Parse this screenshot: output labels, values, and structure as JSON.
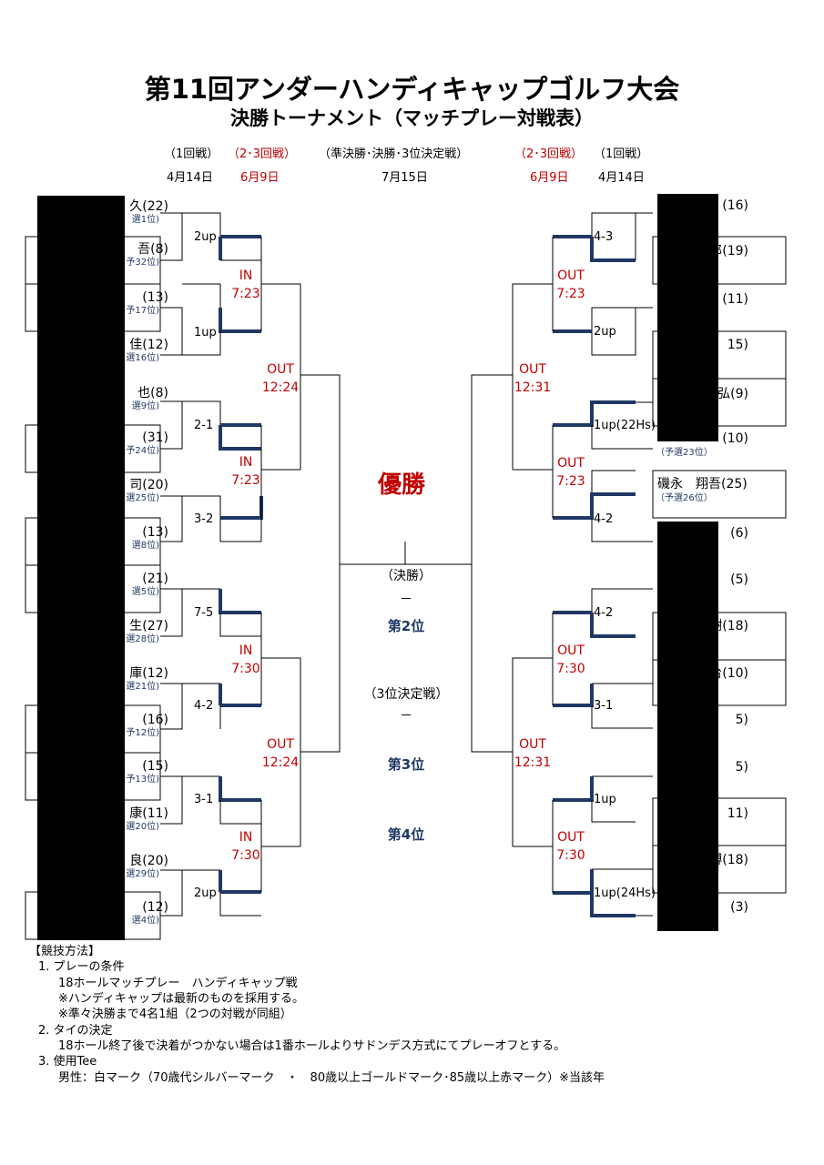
{
  "title": "第11回アンダーハンディキャップゴルフ大会",
  "subtitle": "決勝トーナメント（マッチプレー対戦表）",
  "headers": {
    "round1_left": "（1回戦）",
    "round23_left": "（2･3回戦）",
    "finals": "（準決勝･決勝･3位決定戦）",
    "round23_right": "（2･3回戦）",
    "round1_right": "（1回戦）",
    "date1_left": "4月14日",
    "date23_left": "6月9日",
    "date_finals": "7月15日",
    "date23_right": "6月9日",
    "date1_right": "4月14日"
  },
  "left_players": [
    {
      "name": "久(22)",
      "sub": "選1位)"
    },
    {
      "name": "吾(8)",
      "sub": "予32位)"
    },
    {
      "name": "(13)",
      "sub": "予17位)"
    },
    {
      "name": "佳(12)",
      "sub": "選16位)"
    },
    {
      "name": "也(8)",
      "sub": "選9位)"
    },
    {
      "name": "(31)",
      "sub": "予24位)"
    },
    {
      "name": "司(20)",
      "sub": "選25位)"
    },
    {
      "name": "(13)",
      "sub": "選8位)"
    },
    {
      "name": "(21)",
      "sub": "選5位)"
    },
    {
      "name": "生(27)",
      "sub": "選28位)"
    },
    {
      "name": "庫(12)",
      "sub": "選21位)"
    },
    {
      "name": "(16)",
      "sub": "予12位)"
    },
    {
      "name": "(15)",
      "sub": "予13位)"
    },
    {
      "name": "康(11)",
      "sub": "選20位)"
    },
    {
      "name": "良(20)",
      "sub": "選29位)"
    },
    {
      "name": "(12)",
      "sub": "選4位)"
    }
  ],
  "right_players": [
    {
      "name": "(16)",
      "sub": ""
    },
    {
      "name": "郎(19)",
      "sub": ""
    },
    {
      "name": "(11)",
      "sub": ""
    },
    {
      "name": "15)",
      "sub": ""
    },
    {
      "name": "弘(9)",
      "sub": ""
    },
    {
      "name": "(10)",
      "sub": "（予選23位）"
    },
    {
      "name": "磯永　翔吾(25)",
      "sub": "（予選26位）"
    },
    {
      "name": "(6)",
      "sub": ""
    },
    {
      "name": "(5)",
      "sub": ""
    },
    {
      "name": "樹(18)",
      "sub": ""
    },
    {
      "name": "台(10)",
      "sub": ""
    },
    {
      "name": "5)",
      "sub": ""
    },
    {
      "name": "5)",
      "sub": ""
    },
    {
      "name": "11)",
      "sub": ""
    },
    {
      "name": "博(18)",
      "sub": ""
    },
    {
      "name": "(3)",
      "sub": ""
    }
  ],
  "left_round1_results": [
    "2up",
    "1up",
    "2-1",
    "3-2",
    "7-5",
    "4-2",
    "3-1",
    "2up"
  ],
  "right_round1_results": [
    "4-3",
    "2up",
    "1up(22Hs)",
    "4-2",
    "4-2",
    "3-1",
    "1up",
    "1up(24Hs)"
  ],
  "left_round2_times": [
    "IN\n7:23",
    "IN\n7:23",
    "IN\n7:30",
    "IN\n7:30"
  ],
  "right_round2_times": [
    "OUT\n7:23",
    "OUT\n7:23",
    "OUT\n7:30",
    "OUT\n7:30"
  ],
  "left_round3_times": [
    "OUT\n12:24",
    "OUT\n12:24"
  ],
  "right_round3_times": [
    "OUT\n12:31",
    "OUT\n12:31"
  ],
  "center": {
    "winner": "優勝",
    "final": "（決勝）",
    "dash1": "－",
    "second": "第2位",
    "third_match": "（3位決定戦）",
    "dash2": "－",
    "third": "第3位",
    "fourth": "第4位"
  },
  "rules": {
    "heading": "【競技方法】",
    "item1_title": "1.  プレーの条件",
    "item1_l1": "18ホールマッチプレー　ハンディキャップ戦",
    "item1_l2": "※ハンディキャップは最新のものを採用する。",
    "item1_l3": "※準々決勝まで4名1組（2つの対戦が同組）",
    "item2_title": "2.  タイの決定",
    "item2_l1": "18ホール終了後で決着がつかない場合は1番ホールよりサドンデス方式にてプレーオフとする。",
    "item3_title": "3.  使用Tee",
    "item3_l1": "男性：白マーク（70歳代シルバーマーク　・　80歳以上ゴールドマーク･85歳以上赤マーク）※当該年"
  },
  "colors": {
    "red": "#c00000",
    "navy": "#1f3864"
  }
}
